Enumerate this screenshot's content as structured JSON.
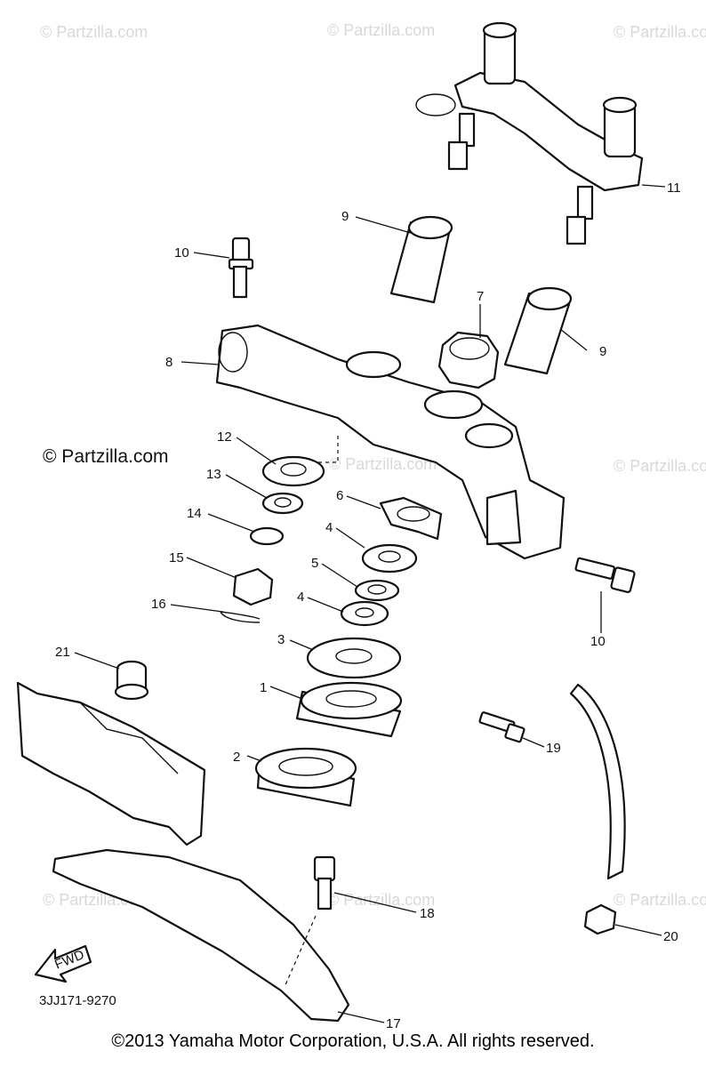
{
  "watermark": "© Partzilla.com",
  "brand_mark": "© Partzilla.com",
  "copyright": "©2013 Yamaha Motor Corporation, U.S.A. All rights reserved.",
  "diagram_code": "3JJ171-9270",
  "fwd_label": "FWD",
  "callouts": {
    "c1": "1",
    "c2": "2",
    "c3": "3",
    "c4a": "4",
    "c4b": "4",
    "c5": "5",
    "c6": "6",
    "c7": "7",
    "c8": "8",
    "c9a": "9",
    "c9b": "9",
    "c10a": "10",
    "c10b": "10",
    "c11": "11",
    "c12": "12",
    "c13": "13",
    "c14": "14",
    "c15": "15",
    "c16": "16",
    "c17": "17",
    "c18": "18",
    "c19": "19",
    "c20": "20",
    "c21": "21"
  }
}
